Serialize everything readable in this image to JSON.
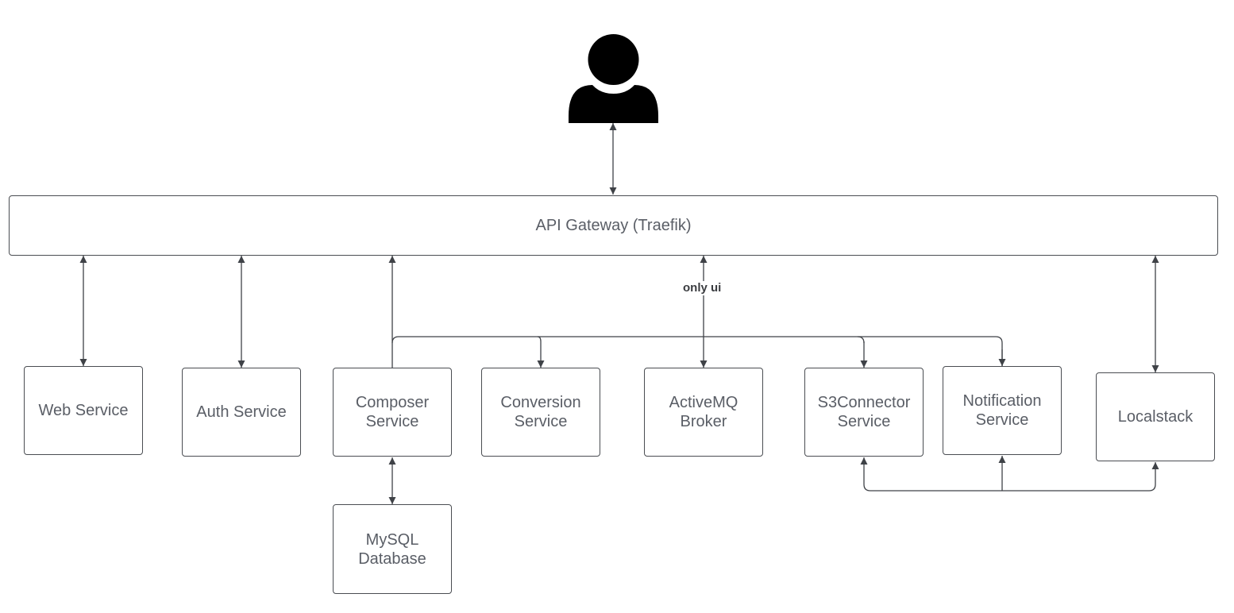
{
  "colors": {
    "line": "#3f4247",
    "border": "#4a4d52",
    "text": "#5a5e66",
    "user": "#000000"
  },
  "user": {
    "icon": "user-icon"
  },
  "gateway": {
    "label": "API Gateway (Traefik)"
  },
  "services": {
    "web": "Web Service",
    "auth": "Auth Service",
    "composer": "Composer\nService",
    "conversion": "Conversion\nService",
    "activemq": "ActiveMQ\nBroker",
    "s3connector": "S3Connector\nService",
    "notification": "Notification\nService",
    "localstack": "Localstack",
    "mysql": "MySQL\nDatabase"
  },
  "edge_labels": {
    "only_ui": "only ui"
  }
}
